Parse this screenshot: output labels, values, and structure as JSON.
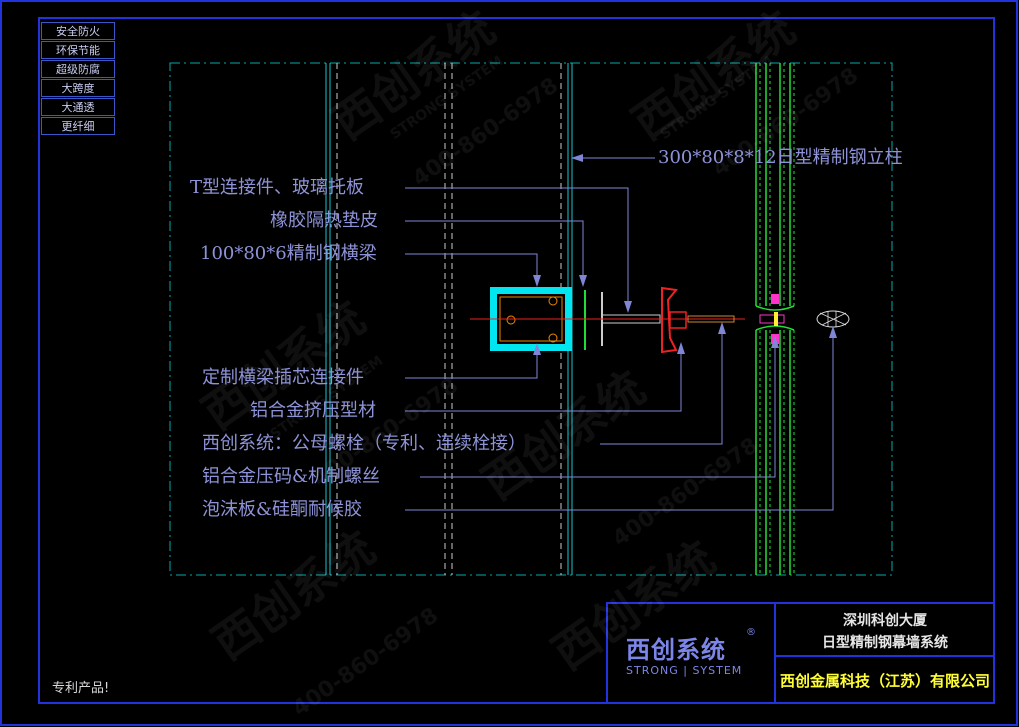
{
  "tags": [
    "安全防火",
    "环保节能",
    "超级防腐",
    "大跨度",
    "大通透",
    "更纤细"
  ],
  "callouts": {
    "column": "300*80*8*12日型精制钢立柱",
    "t_connector": "T型连接件、玻璃托板",
    "rubber": "橡胶隔热垫皮",
    "beam": "100*80*6精制钢横梁",
    "insert": "定制横梁插芯连接件",
    "alu_profile": "铝合金挤压型材",
    "bolt": "西创系统：公母螺栓（专利、连续栓接）",
    "pressure": "铝合金压码&机制螺丝",
    "foam": "泡沫板&硅酮耐候胶"
  },
  "patent_note": "专利产品!",
  "title_block": {
    "project": "深圳科创大厦",
    "system": "日型精制钢幕墙系统",
    "company": "西创金属科技（江苏）有限公司",
    "logo_cn": "西创系统",
    "logo_en": "STRONG | SYSTEM",
    "logo_reg": "®"
  },
  "watermark": {
    "brand_cn": "西创系统",
    "brand_en": "STRONG SYSTEM",
    "phone": "400-860-6978"
  },
  "colors": {
    "frame": "#2233dd",
    "leader": "#7f86d6",
    "cyan": "#00e5f0",
    "green": "#22dd33",
    "red": "#ee2222",
    "magenta": "#ff33cc",
    "yellow": "#ffee33"
  }
}
